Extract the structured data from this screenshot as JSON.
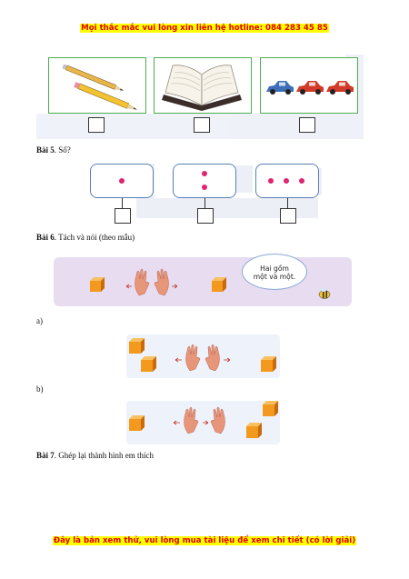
{
  "header": {
    "banner": "Mọi thắc mắc vui lòng xin liên hệ hotline: 084 283 45 85"
  },
  "bai5": {
    "title": "Bài 5",
    "prompt": ". Số?",
    "dot_counts": [
      1,
      2,
      3
    ]
  },
  "bai6": {
    "title": "Bài 6",
    "prompt": ". Tách và nói (theo mẫu)",
    "speech": [
      "Hai gồm",
      "một và một."
    ],
    "label_a": "a)",
    "label_b": "b)"
  },
  "bai7": {
    "title": "Bài 7",
    "prompt": ". Ghép lại thành hình em thích"
  },
  "footer": {
    "banner": "Đây là bản xem thử, vui lòng mua tài liệu để xem chi tiết (có lời giải)"
  },
  "colors": {
    "banner_text": "#e00000",
    "banner_bg": "#ffff00",
    "frame_green": "#4caf50",
    "dot_pink": "#e0246e",
    "cube_orange": "#f39a1e",
    "band_purple": "#e8dcf0"
  }
}
